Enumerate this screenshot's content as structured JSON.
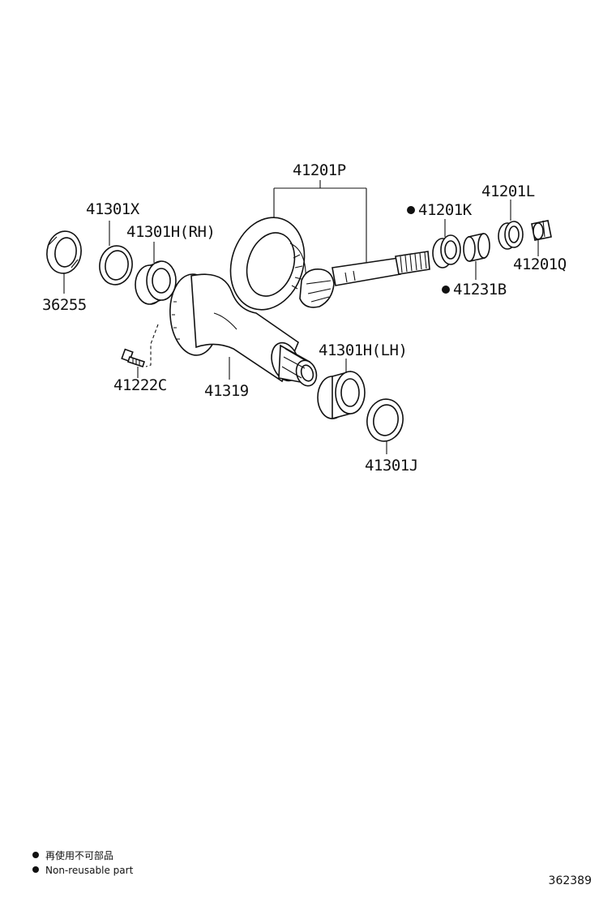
{
  "diagram": {
    "parts": [
      {
        "id": "p41201P",
        "label": "41201P"
      },
      {
        "id": "p41301X",
        "label": "41301X"
      },
      {
        "id": "p41301H_RH",
        "label": "41301H(RH)"
      },
      {
        "id": "p36255",
        "label": "36255"
      },
      {
        "id": "p41201K",
        "label": "41201K",
        "non_reusable": true
      },
      {
        "id": "p41201L",
        "label": "41201L"
      },
      {
        "id": "p41201Q",
        "label": "41201Q"
      },
      {
        "id": "p41231B",
        "label": "41231B",
        "non_reusable": true
      },
      {
        "id": "p41222C",
        "label": "41222C"
      },
      {
        "id": "p41319",
        "label": "41319"
      },
      {
        "id": "p41301H_LH",
        "label": "41301H(LH)"
      },
      {
        "id": "p41301J",
        "label": "41301J"
      }
    ]
  },
  "legend": {
    "line_jp": "再使用不可部品",
    "line_en": "Non-reusable part"
  },
  "reference_number": "362389"
}
